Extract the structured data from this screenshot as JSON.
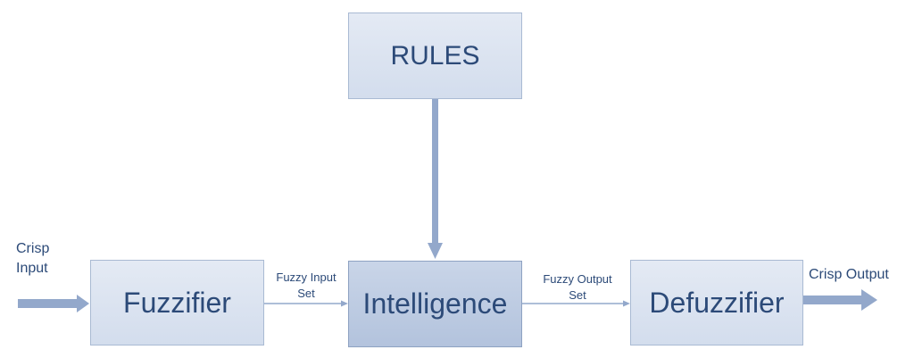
{
  "diagram": {
    "blocks": {
      "rules": "RULES",
      "fuzzifier": "Fuzzifier",
      "intelligence": "Intelligence",
      "defuzzifier": "Defuzzifier"
    },
    "labels": {
      "crisp_input": [
        "Crisp",
        "Input"
      ],
      "fuzzy_input_set": [
        "Fuzzy Input",
        "Set"
      ],
      "fuzzy_output_set": [
        "Fuzzy Output",
        "Set"
      ],
      "crisp_output": "Crisp Output"
    }
  },
  "colors": {
    "text": "#2c4a78",
    "box_fill": "#dbe3f0",
    "box_fill_dark": "#bccade",
    "box_border": "#a9bad3",
    "arrow": "#93a8cb"
  }
}
